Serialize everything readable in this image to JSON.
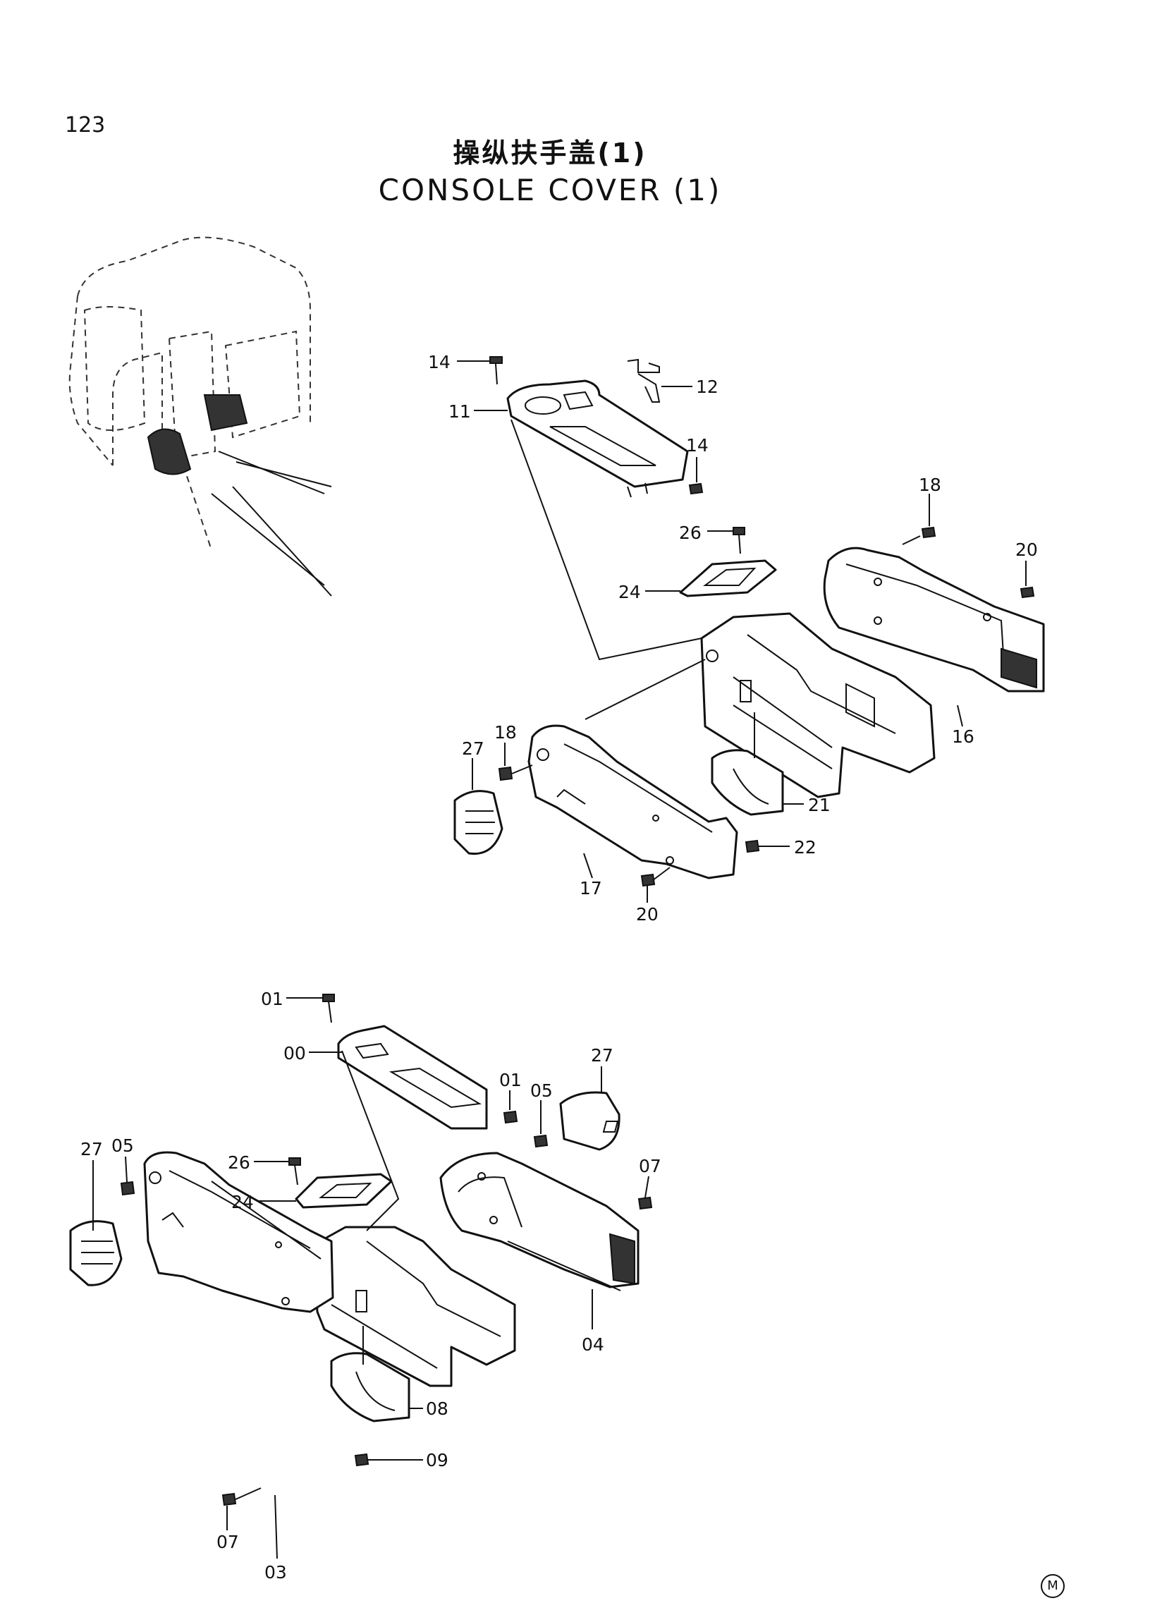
{
  "page_number": "123",
  "title_cn": "操纵扶手盖(1)",
  "title_en": "CONSOLE COVER (1)",
  "mark": "M",
  "callouts": {
    "top": [
      "14",
      "12",
      "11",
      "14",
      "18",
      "20",
      "26",
      "24",
      "16",
      "18",
      "27",
      "21",
      "22",
      "17",
      "20"
    ],
    "bottom": [
      "01",
      "00",
      "01",
      "05",
      "27",
      "26",
      "24",
      "07",
      "27",
      "05",
      "04",
      "08",
      "09",
      "07",
      "03"
    ]
  }
}
